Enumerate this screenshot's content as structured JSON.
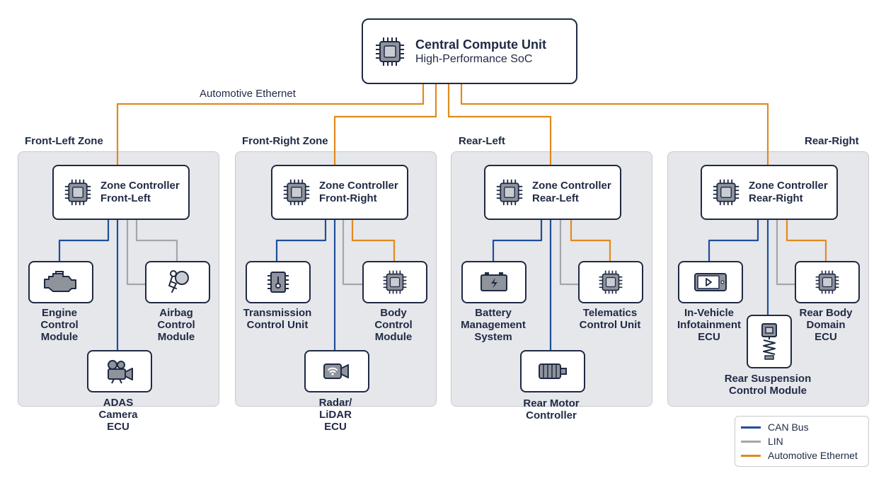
{
  "central": {
    "title": "Central Compute Unit",
    "subtitle": "High-Performance SoC",
    "icon": "chip-icon"
  },
  "ethernet_label": "Automotive Ethernet",
  "zones": [
    {
      "title": "Front-Left Zone",
      "controller": "Zone Controller\nFront-Left",
      "ecus": [
        {
          "label": "Engine\nControl\nModule",
          "icon": "engine-icon",
          "bus": "CAN Bus"
        },
        {
          "label": "Airbag\nControl\nModule",
          "icon": "airbag-icon",
          "bus": "LIN"
        },
        {
          "label": "ADAS\nCamera\nECU",
          "icon": "camera-icon",
          "bus": "CAN Bus"
        }
      ]
    },
    {
      "title": "Front-Right Zone",
      "controller": "Zone Controller\nFront-Right",
      "ecus": [
        {
          "label": "Transmission\nControl Unit",
          "icon": "transmission-icon",
          "bus": "CAN Bus"
        },
        {
          "label": "Body\nControl\nModule",
          "icon": "chip-icon",
          "bus": "Automotive Ethernet"
        },
        {
          "label": "Radar/\nLiDAR\nECU",
          "icon": "radar-icon",
          "bus": "CAN Bus"
        }
      ]
    },
    {
      "title": "Rear-Left",
      "controller": "Zone Controller\nRear-Left",
      "ecus": [
        {
          "label": "Battery\nManagement\nSystem",
          "icon": "battery-icon",
          "bus": "CAN Bus"
        },
        {
          "label": "Telematics\nControl Unit",
          "icon": "chip-icon",
          "bus": "Automotive Ethernet"
        },
        {
          "label": "Rear Motor\nController",
          "icon": "motor-icon",
          "bus": "CAN Bus"
        }
      ]
    },
    {
      "title": "Rear-Right",
      "controller": "Zone Controller\nRear-Right",
      "ecus": [
        {
          "label": "In-Vehicle\nInfotainment\nECU",
          "icon": "display-icon",
          "bus": "CAN Bus"
        },
        {
          "label": "Rear Body\nDomain\nECU",
          "icon": "chip-icon",
          "bus": "Automotive Ethernet"
        },
        {
          "label": "Rear Suspension\nControl Module",
          "icon": "suspension-icon",
          "bus": "CAN Bus"
        }
      ]
    }
  ],
  "legend": [
    {
      "label": "CAN Bus",
      "color": "#1f4e9c"
    },
    {
      "label": "LIN",
      "color": "#a3a6ad"
    },
    {
      "label": "Automotive Ethernet",
      "color": "#e08a1e"
    }
  ]
}
